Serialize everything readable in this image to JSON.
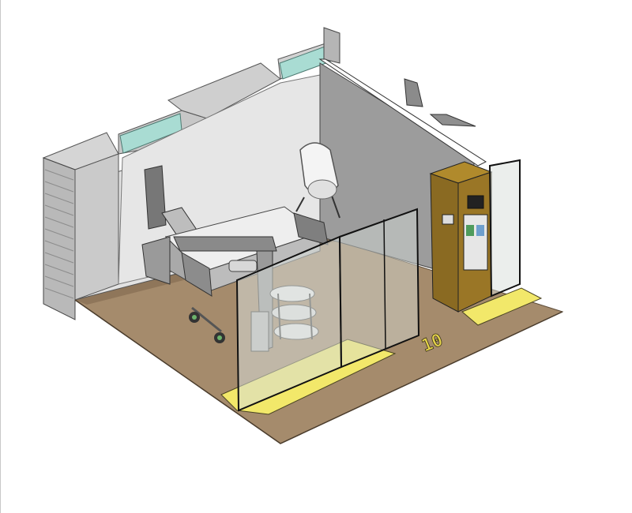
{
  "scene": {
    "room_number": "10",
    "colors": {
      "floor": "#a58b6c",
      "floor_dark": "#8f765a",
      "wall_light": "#e4e4e4",
      "wall_mid": "#cfcfcf",
      "wall_dark": "#9c9c9c",
      "window_glass": "#a9dcd3",
      "safety_yellow": "#f2e86a",
      "cabinet_wood": "#8a6a22",
      "glass_panel": "#d7ddd9",
      "label": "#e6d44a"
    },
    "objects": [
      "patient-bed",
      "overbed-table",
      "ceiling-light",
      "glass-partition",
      "headwall-cabinet",
      "medical-cart",
      "exam-light"
    ]
  }
}
